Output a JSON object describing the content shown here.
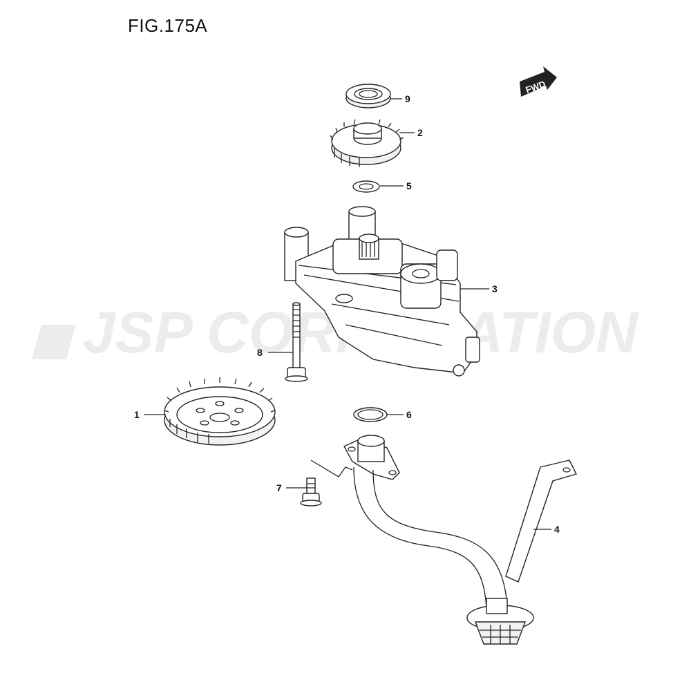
{
  "figure": {
    "title": "FIG.175A"
  },
  "watermark": {
    "text": "JSP CORPORATION"
  },
  "direction_badge": {
    "text": "FWD"
  },
  "callouts": [
    {
      "id": "9",
      "label": "9"
    },
    {
      "id": "2",
      "label": "2"
    },
    {
      "id": "5",
      "label": "5"
    },
    {
      "id": "3",
      "label": "3"
    },
    {
      "id": "8",
      "label": "8"
    },
    {
      "id": "1",
      "label": "1"
    },
    {
      "id": "6",
      "label": "6"
    },
    {
      "id": "7",
      "label": "7"
    },
    {
      "id": "4",
      "label": "4"
    }
  ]
}
